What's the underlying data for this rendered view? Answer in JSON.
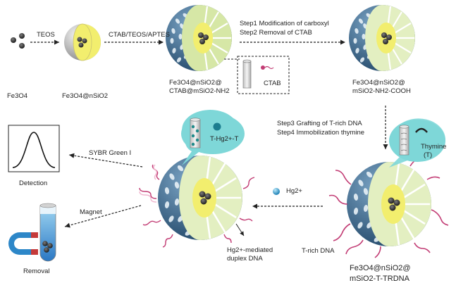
{
  "labels": {
    "fe3o4": "Fe3O4",
    "fe3o4_nsio2": "Fe3O4@nSiO2",
    "teos": "TEOS",
    "ctab_teos_aptes": "CTAB/TEOS/APTES",
    "ctab_particle_line1": "Fe3O4@nSiO2@",
    "ctab_particle_line2": "CTAB@mSiO2-NH2",
    "ctab": "CTAB",
    "step1": "Step1  Modification of carboxyl",
    "step2": "Step2  Removal of CTAB",
    "cooh_particle_line1": "Fe3O4@nSiO2@",
    "cooh_particle_line2": "mSiO2-NH2-COOH",
    "step3": "Step3  Grafting of T-rich DNA",
    "step4": "Step4  Immobilization thymine",
    "thymine_line1": "Thymine",
    "thymine_line2": "(T)",
    "t_hg_t": "T-Hg2+-T",
    "sybr": "SYBR Green I",
    "detection": "Detection",
    "magnet": "Magnet",
    "removal": "Removal",
    "hg2plus": "Hg2+",
    "hg_mediated_line1": "Hg2+-mediated",
    "hg_mediated_line2": "duplex DNA",
    "t_rich_dna": "T-rich DNA",
    "trdna_particle_line1": "Fe3O4@nSiO2@",
    "trdna_particle_line2": "mSiO2-T-TRDNA"
  },
  "colors": {
    "core": "#2a2a2a",
    "inner_yellow": "#f2ee6e",
    "shell_blue": "#3b6c93",
    "shell_green": "#d6e7a6",
    "bubble": "#7ed7d8",
    "dna": "#c23c74",
    "mercury": "#3aa7d8",
    "magnet_blue": "#2d87c8",
    "magnet_red": "#c53a3a"
  }
}
